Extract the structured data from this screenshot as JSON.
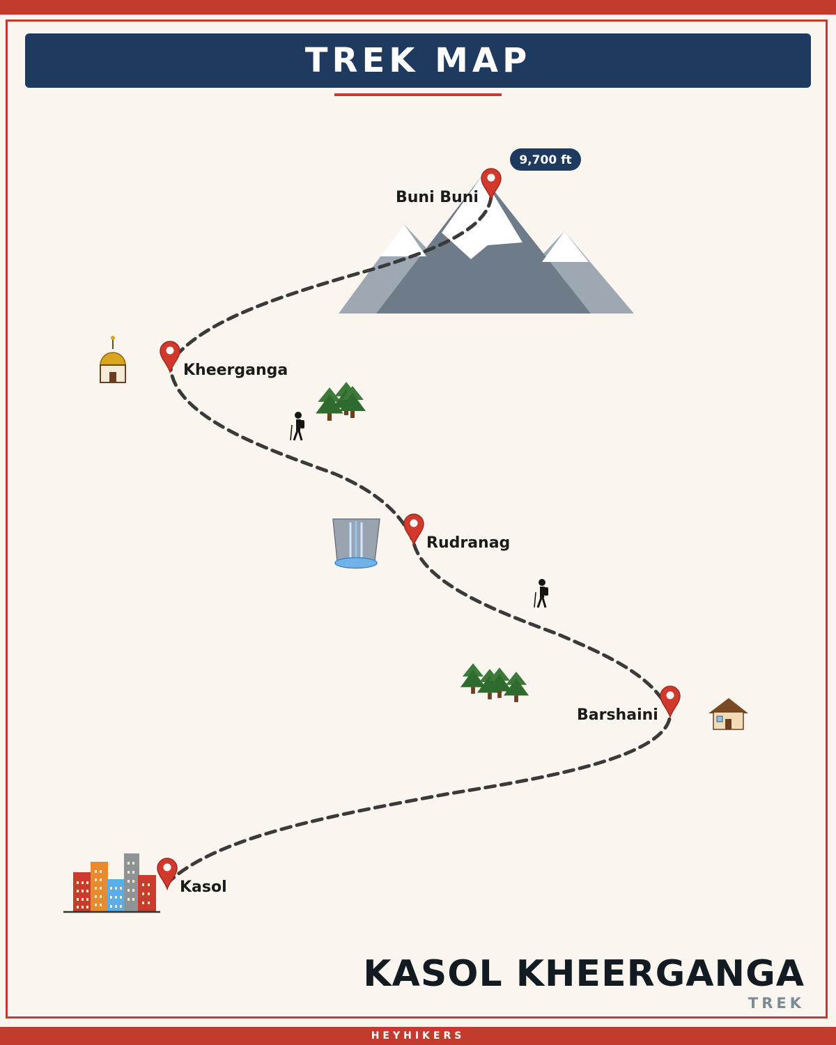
{
  "header": {
    "title": "TREK MAP"
  },
  "map": {
    "altitude_badge": "9,700 ft",
    "waypoints": [
      {
        "name": "Buni Buni",
        "icon": "map-pin-icon"
      },
      {
        "name": "Kheerganga",
        "icon": "map-pin-icon"
      },
      {
        "name": "Rudranag",
        "icon": "map-pin-icon"
      },
      {
        "name": "Barshaini",
        "icon": "map-pin-icon"
      },
      {
        "name": "Kasol",
        "icon": "map-pin-icon"
      }
    ],
    "landmark_icons": [
      "mountain-icon",
      "temple-icon",
      "pine-trees-icon",
      "hiker-icon",
      "waterfall-icon",
      "house-icon",
      "city-buildings-icon"
    ]
  },
  "footer": {
    "title": "KASOL KHEERGANGA",
    "subtitle": "TREK"
  },
  "brand": "HEYHIKERS",
  "colors": {
    "accent_red": "#c23b2c",
    "navy": "#1f3a5f",
    "background": "#faf6ef",
    "trail": "#3a3a3a"
  }
}
